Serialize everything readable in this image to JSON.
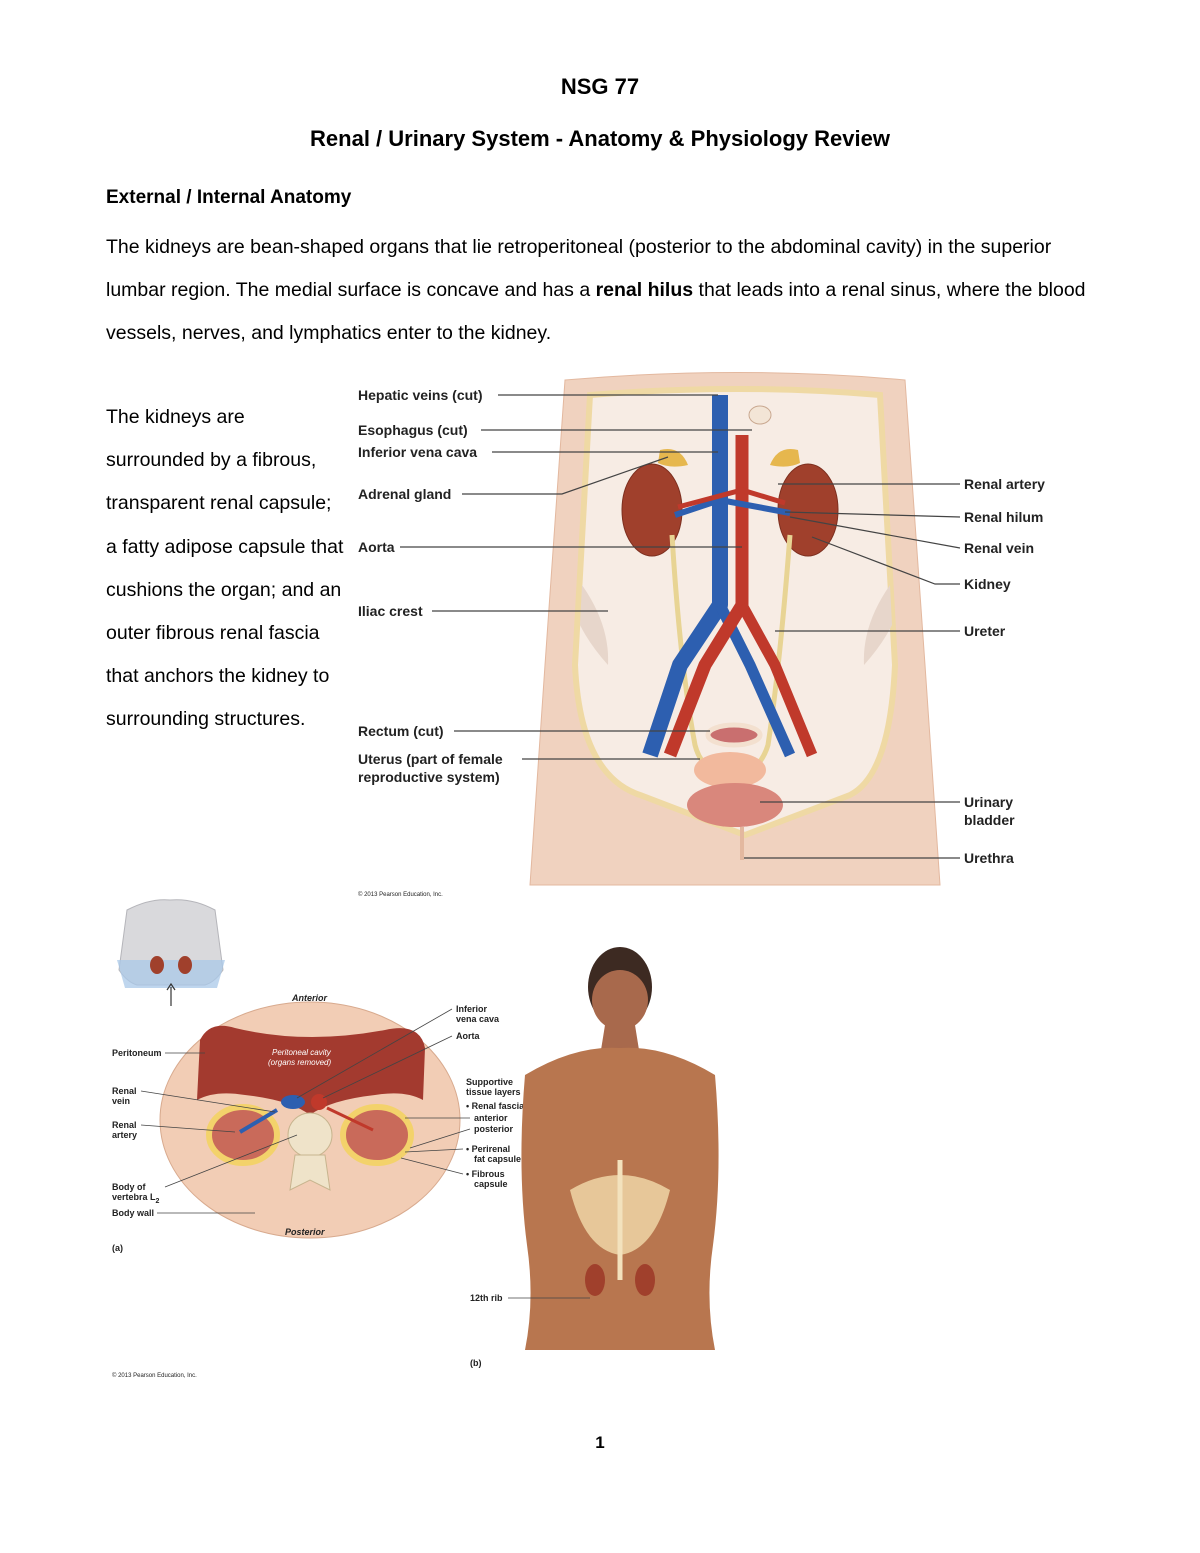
{
  "header": {
    "course": "NSG 77",
    "title": "Renal / Urinary System - Anatomy & Physiology Review"
  },
  "section": {
    "heading": "External / Internal Anatomy",
    "para_part1": "The kidneys are bean-shaped organs that lie retroperitoneal (posterior to the abdominal cavity) in the superior lumbar region.  The medial surface is concave and has a ",
    "para_bold": "renal hilus",
    "para_part2": " that leads into a renal sinus, where the blood vessels, nerves, and lymphatics enter to the kidney.",
    "side_text": "The kidneys are surrounded by a fibrous, transparent renal capsule; a fatty adipose capsule that cushions the organ; and an outer fibrous renal fascia that anchors the kidney to surrounding structures."
  },
  "figure1": {
    "left_labels": [
      "Hepatic veins (cut)",
      "Esophagus (cut)",
      "Inferior vena cava",
      "Adrenal gland",
      "Aorta",
      "Iliac crest",
      "Rectum (cut)",
      "Uterus (part of female",
      "reproductive system)"
    ],
    "right_labels": [
      "Renal artery",
      "Renal hilum",
      "Renal vein",
      "Kidney",
      "Ureter",
      "Urinary",
      "bladder",
      "Urethra"
    ],
    "copyright": "© 2013 Pearson Education, Inc."
  },
  "figure2": {
    "anterior": "Anterior",
    "posterior": "Posterior",
    "cavity1": "Peritoneal cavity",
    "cavity2": "(organs removed)",
    "left_labels": [
      "Peritoneum",
      "Renal",
      "vein",
      "Renal",
      "artery",
      "Body of",
      "vertebra L",
      "Body wall"
    ],
    "subscript": "2",
    "right_labels": [
      "Inferior",
      "vena cava",
      "Aorta",
      "Supportive",
      "tissue layers",
      "• Renal fascia",
      "anterior",
      "posterior",
      "• Perirenal",
      "fat capsule",
      "• Fibrous",
      "capsule"
    ],
    "panel_a": "(a)",
    "panel_b": "(b)",
    "rib_label": "12th rib",
    "copyright": "© 2013 Pearson Education, Inc."
  },
  "footer": {
    "page_number": "1"
  },
  "colors": {
    "aorta": "#c0392b",
    "vein": "#2d5fb0",
    "kidney": "#a0402c",
    "skin": "#f0d2bf",
    "ureter": "#f0e0a8"
  }
}
